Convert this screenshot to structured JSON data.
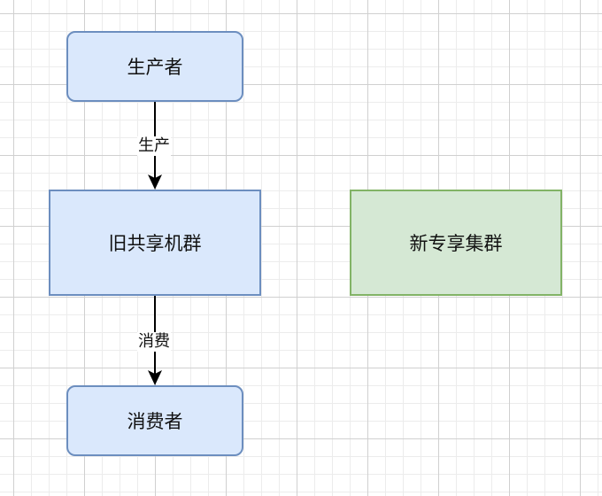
{
  "diagram": {
    "nodes": {
      "producer": {
        "label": "生产者"
      },
      "old_cluster": {
        "label": "旧共享机群"
      },
      "new_cluster": {
        "label": "新专享集群"
      },
      "consumer": {
        "label": "消费者"
      }
    },
    "edges": [
      {
        "from": "producer",
        "to": "old_cluster",
        "label": "生产"
      },
      {
        "from": "old_cluster",
        "to": "consumer",
        "label": "消费"
      }
    ]
  },
  "colors": {
    "blue_fill": "#dae8fc",
    "blue_stroke": "#6c8ebf",
    "green_fill": "#d5e8d4",
    "green_stroke": "#82b366",
    "grid": "#d0d0d0"
  }
}
